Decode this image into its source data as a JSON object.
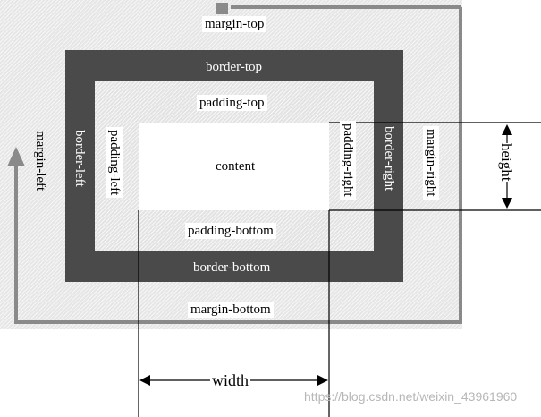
{
  "labels": {
    "margin_top": "margin-top",
    "border_top": "border-top",
    "padding_top": "padding-top",
    "content": "content",
    "padding_bottom": "padding-bottom",
    "border_bottom": "border-bottom",
    "margin_bottom": "margin-bottom",
    "margin_left": "margin-left",
    "border_left": "border-left",
    "padding_left": "padding-left",
    "padding_right": "padding-right",
    "border_right": "border-right",
    "margin_right": "margin-right",
    "height": "height",
    "width": "width"
  },
  "watermark": "https://blog.csdn.net/weixin_43961960",
  "colors": {
    "border": "#4a4a4a",
    "margin_fill": "#e6e6e6",
    "padding_fill": "#e3e3e3",
    "arrow": "#8a8a8a"
  }
}
